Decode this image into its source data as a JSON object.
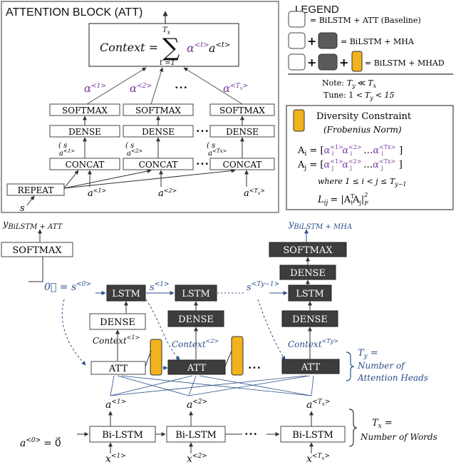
{
  "att_block": {
    "title": "ATTENTION BLOCK (ATT)",
    "context_lhs": "Context =",
    "sum_top": "T",
    "sum_top_sub": "x",
    "sum_bottom": "t =1",
    "context_rhs_alpha": "α",
    "context_rhs_alpha_sup": "<t>",
    "context_rhs_a": "a",
    "context_rhs_a_sup": "<t>",
    "alpha_labels": [
      {
        "base": "α",
        "sup": "<1>"
      },
      {
        "base": "α",
        "sup": "<2>"
      },
      {
        "base": "α",
        "sup": "<T"
      },
      {
        "sup_sub": "x",
        "sup_close": ">"
      }
    ],
    "softmax": "SOFTMAX",
    "dense": "DENSE",
    "concat": "CONCAT",
    "repeat": "REPEAT",
    "s_label": "s",
    "s_col_sup": [
      "<1>",
      "<2>",
      "<Tx>"
    ],
    "a_inputs": [
      "a<1>",
      "a<2>",
      "a<T"
    ],
    "ellipsis": "• • •"
  },
  "legend": {
    "title": "LEGEND",
    "row1": "= BiLSTM + ATT (Baseline)",
    "row2": "= BiLSTM + MHA",
    "row3": "= BiLSTM + MHAD",
    "plus": "+",
    "note": "Note:",
    "note_ty": "T",
    "note_ty_sub": "y",
    "note_ll": "≪",
    "note_tx": "T",
    "note_tx_sub": "x",
    "tune": "Tune: 1 <",
    "tune_ty": "T",
    "tune_ty_sub": "y",
    "tune_rest": "< 15"
  },
  "diversity": {
    "title": "Diversity Constraint",
    "subtitle": "(Frobenius Norm)",
    "ai_label": "A",
    "ai_sub": "i",
    "aj_label": "A",
    "aj_sub": "j",
    "eq": "=",
    "ai_row": "[α",
    "aj_row": "[α",
    "where": "where 1 ≤ i < j ≤ T",
    "where_sub": "y−1",
    "lij": "L",
    "lij_sub": "ij",
    "lij_eq": "= |A",
    "lij_rest": "A",
    "norm_sup": "2",
    "norm_sub": "F"
  },
  "main": {
    "y_left": "y",
    "y_left_sub": "BiLSTM + ATT",
    "y_right": "y",
    "y_right_sub": "BiLSTM + MHA",
    "softmax": "SOFTMAX",
    "dense": "DENSE",
    "lstm": "LSTM",
    "att": "ATT",
    "bilstm": "Bi-LSTM",
    "zero_vec": "0",
    "s0": "= s",
    "s0_sup": "<0>",
    "s1": "s",
    "s1_sup": "<1>",
    "sty": "s",
    "sty_sup": "<Ty−1>",
    "context1": "Context",
    "context1_sup": "<1>",
    "context2": "Context",
    "context2_sup": "<2>",
    "contextty": "Context",
    "contextty_sup": "<Ty>",
    "a_labels": [
      "a<1>",
      "a<2>",
      "a<Tx>"
    ],
    "x_labels": [
      "x<1>",
      "x<2>",
      "x<Tx>"
    ],
    "a0": "a",
    "a0_sup": "<0>",
    "a0_eq": "=",
    "ty_eq": "T",
    "ty_eq_sub": "y",
    "ty_eq_rest": " =",
    "heads1": "Number of",
    "heads2": "Attention Heads",
    "tx_eq": "T",
    "tx_eq_sub": "x",
    "tx_eq_rest": " =",
    "words": "Number of Words",
    "dots": "• • •"
  },
  "colors": {
    "dark_box": "#3d3d3d",
    "blue": "#2a4f8c",
    "purple": "#7a3aa0",
    "orange": "#f2b21c"
  }
}
